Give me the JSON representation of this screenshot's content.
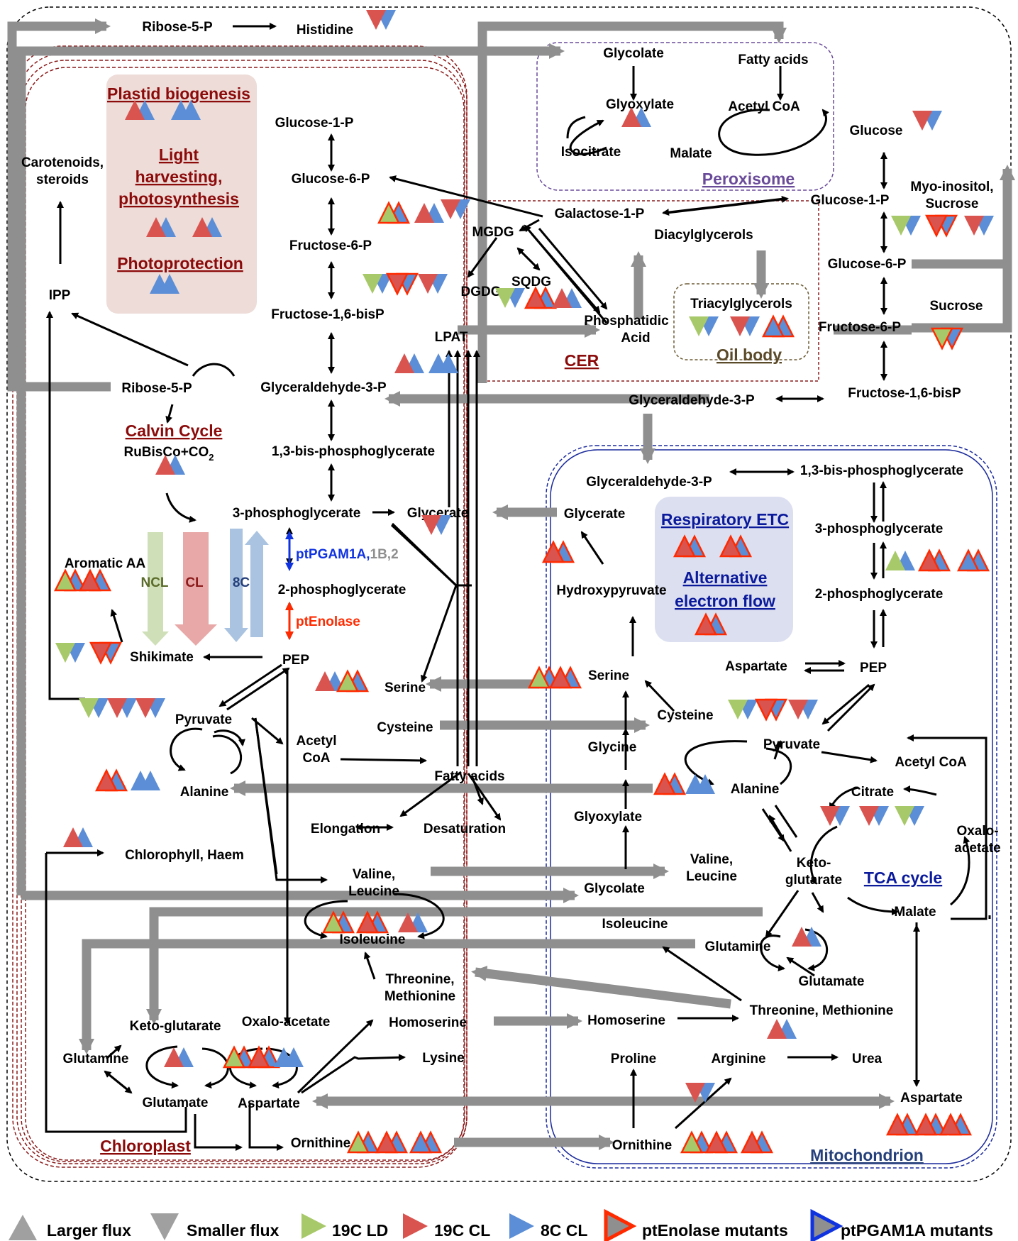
{
  "compartments": {
    "chloroplast": "Chloroplast",
    "mitochondrion": "Mitochondrion",
    "peroxisome": "Peroxisome",
    "cer": "CER",
    "oil_body": "Oil body",
    "plastid_biogenesis": "Plastid biogenesis",
    "light_harvesting_1": "Light",
    "light_harvesting_2": "harvesting,",
    "light_harvesting_3": "photosynthesis",
    "photoprotection": "Photoprotection",
    "calvin_cycle": "Calvin Cycle",
    "calvin_sub": "RuBisCo+CO",
    "calvin_sub_subscript": "2",
    "respiratory_etc": "Respiratory ETC",
    "alt_flow_1": "Alternative",
    "alt_flow_2": "electron flow",
    "tca_cycle": "TCA cycle"
  },
  "arrows_labels": {
    "ncl": "NCL",
    "cl": "CL",
    "c8": "8C",
    "ptpgam": "ptPGAM1A,",
    "ptpgam_suffix": "1B,2",
    "ptenolase": "ptEnolase"
  },
  "metabolites": {
    "ribose5p_top": "Ribose-5-P",
    "histidine": "Histidine",
    "glycolate_p": "Glycolate",
    "fatty_acids_p": "Fatty acids",
    "glyoxylate_p": "Glyoxylate",
    "acetylcoa_p": "Acetyl CoA",
    "isocitrate": "Isocitrate",
    "malate_p": "Malate",
    "glucose_c": "Glucose",
    "myo_1": "Myo-inositol,",
    "myo_2": "Sucrose",
    "glucose1p_c": "Glucose-1-P",
    "glucose6p_c": "Glucose-6-P",
    "sucrose_c": "Sucrose",
    "fructose6p_c": "Fructose-6-P",
    "fructose16_c": "Fructose-1,6-bisP",
    "g3p_c": "Glyceraldehyde-3-P",
    "galactose1p": "Galactose-1-P",
    "mgdg": "MGDG",
    "dgdg": "DGDG",
    "sqdg": "SQDG",
    "diacylglycerols": "Diacylglycerols",
    "triacylglycerols": "Triacylglycerols",
    "phosphatidic_1": "Phosphatidic",
    "phosphatidic_2": "Acid",
    "lpat": "LPAT",
    "carotenoids_1": "Carotenoids,",
    "carotenoids_2": "steroids",
    "ipp": "IPP",
    "ribose5p_ch": "Ribose-5-P",
    "glucose1p_ch": "Glucose-1-P",
    "glucose6p_ch": "Glucose-6-P",
    "fructose6p_ch": "Fructose-6-P",
    "fructose16_ch": "Fructose-1,6-bisP",
    "g3p_ch": "Glyceraldehyde-3-P",
    "bpg_ch": "1,3-bis-phosphoglycerate",
    "pga3_ch": "3-phosphoglycerate",
    "glycerate_ch": "Glycerate",
    "pga2_ch": "2-phosphoglycerate",
    "aromatic": "Aromatic AA",
    "shikimate": "Shikimate",
    "pep_ch": "PEP",
    "serine_ch": "Serine",
    "cysteine_ch": "Cysteine",
    "pyruvate_ch": "Pyruvate",
    "acetylcoa_ch_1": "Acetyl",
    "acetylcoa_ch_2": "CoA",
    "fatty_acids_ch": "Fatty acids",
    "alanine_ch": "Alanine",
    "elongation": "Elongation",
    "desaturation": "Desaturation",
    "chlorophyll": "Chlorophyll, Haem",
    "valine_ch_1": "Valine,",
    "valine_ch_2": "Leucine",
    "isoleucine_ch": "Isoleucine",
    "threonine_ch_1": "Threonine,",
    "threonine_ch_2": "Methionine",
    "ketoglutarate_ch": "Keto-glutarate",
    "oxaloacetate_ch": "Oxalo-acetate",
    "homoserine_ch": "Homoserine",
    "glutamine_ch": "Glutamine",
    "lysine": "Lysine",
    "glutamate_ch": "Glutamate",
    "aspartate_ch": "Aspartate",
    "ornithine_ch": "Ornithine",
    "g3p_m": "Glyceraldehyde-3-P",
    "bpg_m": "1,3-bis-phosphoglycerate",
    "glycerate_m": "Glycerate",
    "pga3_m": "3-phosphoglycerate",
    "hydroxypyruvate": "Hydroxypyruvate",
    "pga2_m": "2-phosphoglycerate",
    "aspartate_m1": "Aspartate",
    "pep_m": "PEP",
    "serine_m": "Serine",
    "cysteine_m": "Cysteine",
    "glycine": "Glycine",
    "pyruvate_m": "Pyruvate",
    "acetylcoa_m": "Acetyl CoA",
    "alanine_m": "Alanine",
    "citrate": "Citrate",
    "glyoxylate_m": "Glyoxylate",
    "oxaloacetate_m_1": "Oxalo-",
    "oxaloacetate_m_2": "acetate",
    "valine_m_1": "Valine,",
    "valine_m_2": "Leucine",
    "keto_m_1": "Keto-",
    "keto_m_2": "glutarate",
    "glycolate_m": "Glycolate",
    "malate_m": "Malate",
    "isoleucine_m": "Isoleucine",
    "glutamine_m": "Glutamine",
    "glutamate_m": "Glutamate",
    "homoserine_m": "Homoserine",
    "threonine_m": "Threonine, Methionine",
    "proline": "Proline",
    "arginine": "Arginine",
    "urea": "Urea",
    "aspartate_m2": "Aspartate",
    "ornithine_m": "Ornithine"
  },
  "legend": {
    "larger": "Larger flux",
    "smaller": "Smaller flux",
    "c19ld": "19C LD",
    "c19cl": "19C CL",
    "c8cl": "8C CL",
    "ptenolase_mut": "ptEnolase mutants",
    "ptpgam_mut": "ptPGAM1A mutants"
  },
  "colors": {
    "ld_green": "#a8c96a",
    "cl_red": "#d9534f",
    "c8_blue": "#5b8ed6",
    "enolase_outline": "#ff2a00",
    "pgam_outline": "#1033e0",
    "flux_grey": "#8f8f8f",
    "chloroplast_border": "#8b1a1a",
    "mito_border": "#1a2a9b",
    "peroxisome_border": "#6a4b9a"
  }
}
